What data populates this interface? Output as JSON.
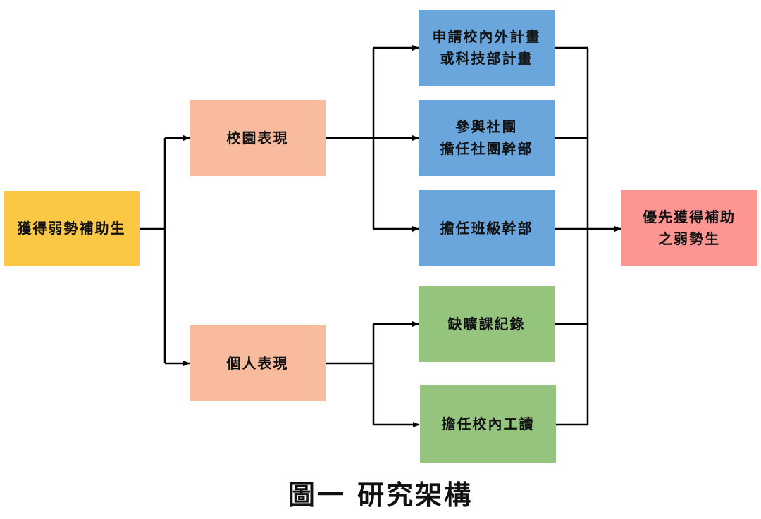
{
  "nodes": {
    "root": {
      "label": "獲得弱勢補助生",
      "color": "#fbc846"
    },
    "campus": {
      "label": "校園表現",
      "color": "#f8bb9e"
    },
    "personal": {
      "label": "個人表現",
      "color": "#f8bb9e"
    },
    "projects": {
      "label": "申請校內外計畫\n或科技部計畫",
      "color": "#6aa6dc"
    },
    "clubs": {
      "label": "參與社團\n擔任社團幹部",
      "color": "#6aa6dc"
    },
    "class_officer": {
      "label": "擔任班級幹部",
      "color": "#6aa6dc"
    },
    "attendance": {
      "label": "缺曠課紀錄",
      "color": "#95c47f"
    },
    "work_study": {
      "label": "擔任校內工讀",
      "color": "#95c47f"
    },
    "priority": {
      "label": "優先獲得補助\n之弱勢生",
      "color": "#fd9593"
    }
  },
  "caption": "圖一 研究架構",
  "line_color": "#000000"
}
